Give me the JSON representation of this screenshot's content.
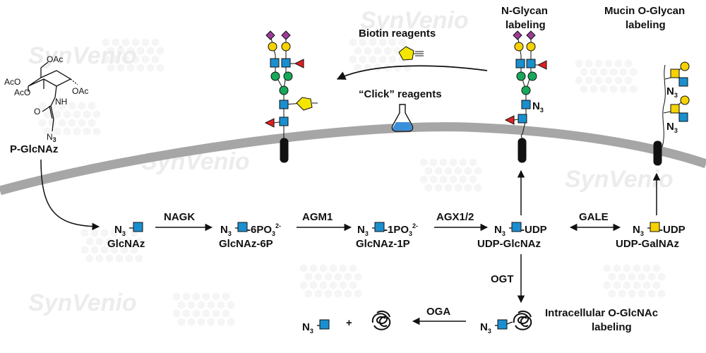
{
  "colors": {
    "glcnac": "#1a8fcf",
    "galnac": "#f5d200",
    "galactose": "#f5d200",
    "mannose": "#17a85a",
    "fucose": "#e02020",
    "sialic": "#9b3d97",
    "membrane": "#a6a6a6",
    "watermark": "#ececec"
  },
  "watermark": "SynVenio",
  "labels": {
    "nglycan_title_1": "N-Glycan",
    "nglycan_title_2": "labeling",
    "mucin_title_1": "Mucin O-Glycan",
    "mucin_title_2": "labeling",
    "biotin": "Biotin reagents",
    "click": "“Click” reagents",
    "intracellular_1": "Intracellular O-GlcNAc",
    "intracellular_2": "labeling",
    "n3": "N",
    "n3_sub": "3"
  },
  "precursor": {
    "name": "P-GlcNAz",
    "groups": [
      "OAc",
      "AcO",
      "AcO",
      "OAc",
      "NH",
      "O",
      "N"
    ]
  },
  "metabolites": [
    {
      "id": "glcnaz",
      "name": "GlcNAz",
      "tail": ""
    },
    {
      "id": "glcnaz6p",
      "name": "GlcNAz-6P",
      "tail": "6PO",
      "tail_sub": "3",
      "tail_sup": "2-"
    },
    {
      "id": "glcnaz1p",
      "name": "GlcNAz-1P",
      "tail": "1PO",
      "tail_sub": "3",
      "tail_sup": "2-"
    },
    {
      "id": "udpglcnaz",
      "name": "UDP-GlcNAz",
      "tail": "UDP"
    },
    {
      "id": "udpgalnaz",
      "name": "UDP-GalNAz",
      "tail": "UDP"
    }
  ],
  "enzymes": [
    "NAGK",
    "AGM1",
    "AGX1/2",
    "GALE",
    "OGT",
    "OGA"
  ]
}
